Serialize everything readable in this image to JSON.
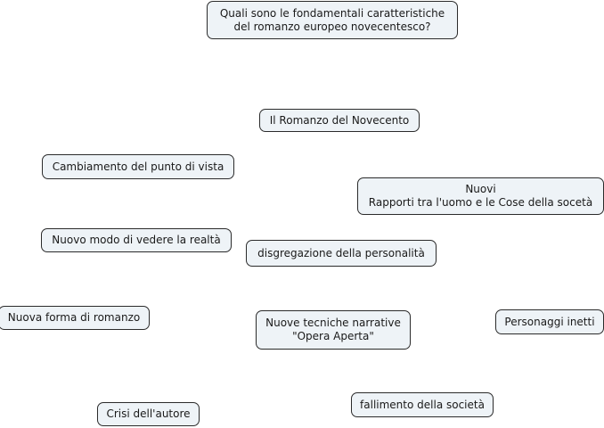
{
  "map": {
    "central_question": "Quali sono le fondamentali caratteristiche\ndel romanzo europeo novecentesco?",
    "title_node": "Il Romanzo del Novecento",
    "nodes": {
      "cambiamento": "Cambiamento del punto di vista",
      "nuovi_rapporti": "Nuovi\nRapporti tra l'uomo e le Cose della socetà",
      "nuovo_modo": "Nuovo modo di vedere la realtà",
      "disgregazione": "disgregazione della personalità",
      "nuova_forma": "Nuova forma di romanzo",
      "nuove_tecniche": "Nuove tecniche narrative\n\"Opera Aperta\"",
      "personaggi": "Personaggi inetti",
      "crisi": "Crisi dell'autore",
      "fallimento": "fallimento della società"
    }
  },
  "colors": {
    "node_fill": "#eef3f7",
    "node_border": "#2b2b2b",
    "text": "#1a1a1a",
    "background": "#ffffff"
  }
}
